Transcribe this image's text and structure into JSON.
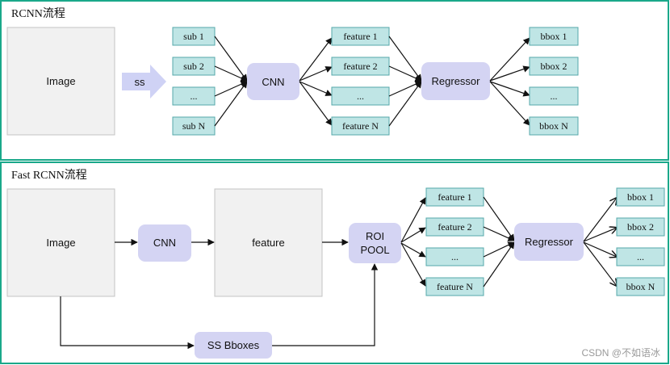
{
  "panels": {
    "rcnn": {
      "title": "RCNN流程",
      "image_label": "Image",
      "arrow_label": "ss",
      "subs": [
        "sub 1",
        "sub 2",
        "...",
        "sub N"
      ],
      "cnn_label": "CNN",
      "features": [
        "feature 1",
        "feature 2",
        "...",
        "feature N"
      ],
      "regressor_label": "Regressor",
      "bboxes": [
        "bbox 1",
        "bbox 2",
        "...",
        "bbox N"
      ]
    },
    "fast_rcnn": {
      "title": "Fast RCNN流程",
      "image_label": "Image",
      "cnn_label": "CNN",
      "feature_map_label": "feature",
      "roi_pool_label_1": "ROI",
      "roi_pool_label_2": "POOL",
      "features": [
        "feature 1",
        "feature 2",
        "...",
        "feature N"
      ],
      "regressor_label": "Regressor",
      "bboxes": [
        "bbox 1",
        "bbox 2",
        "...",
        "bbox N"
      ],
      "ss_bboxes_label": "SS Bboxes"
    }
  },
  "watermark": "CSDN @不如语冰",
  "colors": {
    "panel_border": "#1aa88a",
    "image_fill": "#f1f1f1",
    "image_stroke": "#c4c4c4",
    "node_fill": "#d4d4f3",
    "box_fill": "#bfe5e5",
    "box_stroke": "#55a8aa",
    "arrow_fill": "#cfd2f5",
    "line": "#111111"
  }
}
